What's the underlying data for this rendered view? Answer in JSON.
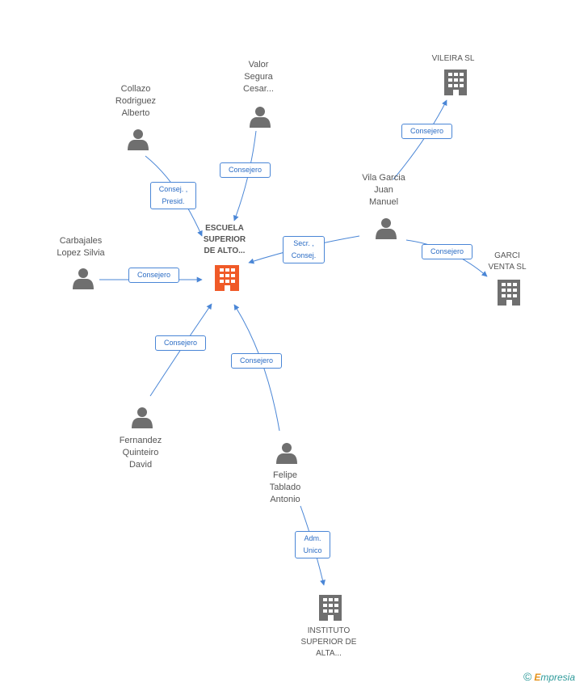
{
  "colors": {
    "line": "#4a86d6",
    "person": "#6f6f6f",
    "company": "#6f6f6f",
    "focus_company": "#f05a28"
  },
  "nodes": {
    "escuela": "ESCUELA\nSUPERIOR\nDE ALTO...",
    "valor": "Valor\nSegura\nCesar...",
    "collazo": "Collazo\nRodriguez\nAlberto",
    "vileira": "VILEIRA SL",
    "vila": "Vila Garcia\nJuan\nManuel",
    "carbajales": "Carbajales\nLopez Silvia",
    "garci": "GARCI\nVENTA SL",
    "fernandez": "Fernandez\nQuinteiro\nDavid",
    "felipe": "Felipe\nTablado\nAntonio",
    "instituto": "INSTITUTO\nSUPERIOR DE\nALTA..."
  },
  "relations": {
    "collazo": "Consej. ,\nPresid.",
    "valor": "Consejero",
    "vila_escuela": "Secr. ,\nConsej.",
    "vila_vileira": "Consejero",
    "vila_garci": "Consejero",
    "carbajales": "Consejero",
    "fernandez": "Consejero",
    "felipe_escuela": "Consejero",
    "felipe_instituto": "Adm.\nUnico"
  },
  "brand": {
    "copyright": "©",
    "e": "E",
    "rest": "mpresia"
  }
}
